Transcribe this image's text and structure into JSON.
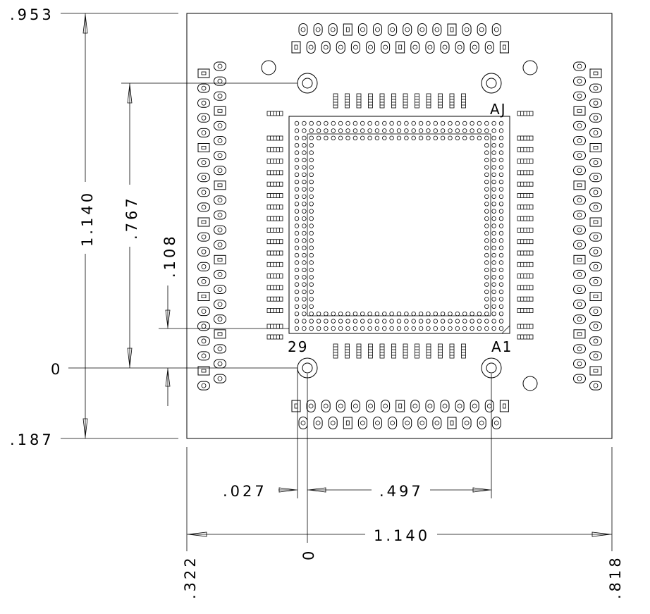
{
  "dimensions": {
    "top_edge": ".953",
    "bottom_edge": ".187",
    "origin_y": "0",
    "height_total": "1.140",
    "mount_hole_spacing_y": ".767",
    "socket_offset_y": ".108",
    "left_edge": ".322",
    "right_edge": ".818",
    "origin_x": "0",
    "width_total": "1.140",
    "socket_offset_x": ".027",
    "mount_hole_spacing_x": ".497"
  },
  "corner_labels": {
    "top_right": "AJ",
    "bottom_right": "A1",
    "bottom_left": "29"
  },
  "pga_grid": {
    "pins_per_side": 29,
    "rows_per_side": 3
  }
}
